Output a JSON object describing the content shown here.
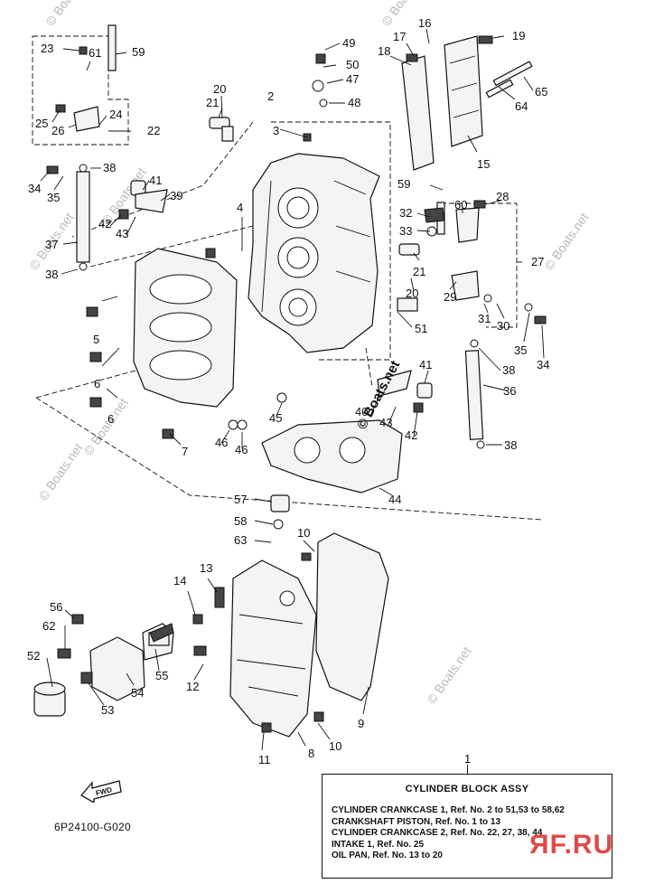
{
  "diagram_code": "6P24100-G020",
  "fwd_label": "FWD",
  "copyright": "© Boats.net",
  "corner_mark": "ЯF.RU",
  "watermark": "© Boats.net",
  "info_box": {
    "number": "1",
    "title": "CYLINDER BLOCK ASSY",
    "lines": [
      "CYLINDER CRANKCASE 1, Ref. No. 2 to 51,53 to 58,62",
      "CRANKSHAFT PISTON,  Ref. No. 1 to 13",
      "CYLINDER CRANKCASE 2, Ref. No. 22, 27, 38, 44",
      "INTAKE 1,  Ref. No. 25",
      "OIL PAN,  Ref. No. 13 to 20"
    ]
  },
  "callouts": [
    "2",
    "3",
    "4",
    "5",
    "6",
    "6",
    "7",
    "8",
    "9",
    "10",
    "10",
    "11",
    "12",
    "13",
    "14",
    "15",
    "16",
    "17",
    "18",
    "19",
    "20",
    "20",
    "21",
    "21",
    "22",
    "23",
    "24",
    "25",
    "26",
    "27",
    "28",
    "29",
    "30",
    "31",
    "32",
    "33",
    "34",
    "34",
    "35",
    "35",
    "36",
    "37",
    "38",
    "38",
    "38",
    "38",
    "39",
    "40",
    "41",
    "41",
    "42",
    "42",
    "43",
    "43",
    "44",
    "45",
    "46",
    "46",
    "47",
    "48",
    "49",
    "50",
    "51",
    "52",
    "53",
    "54",
    "55",
    "56",
    "57",
    "58",
    "59",
    "59",
    "60",
    "61",
    "62",
    "63",
    "64",
    "65"
  ]
}
